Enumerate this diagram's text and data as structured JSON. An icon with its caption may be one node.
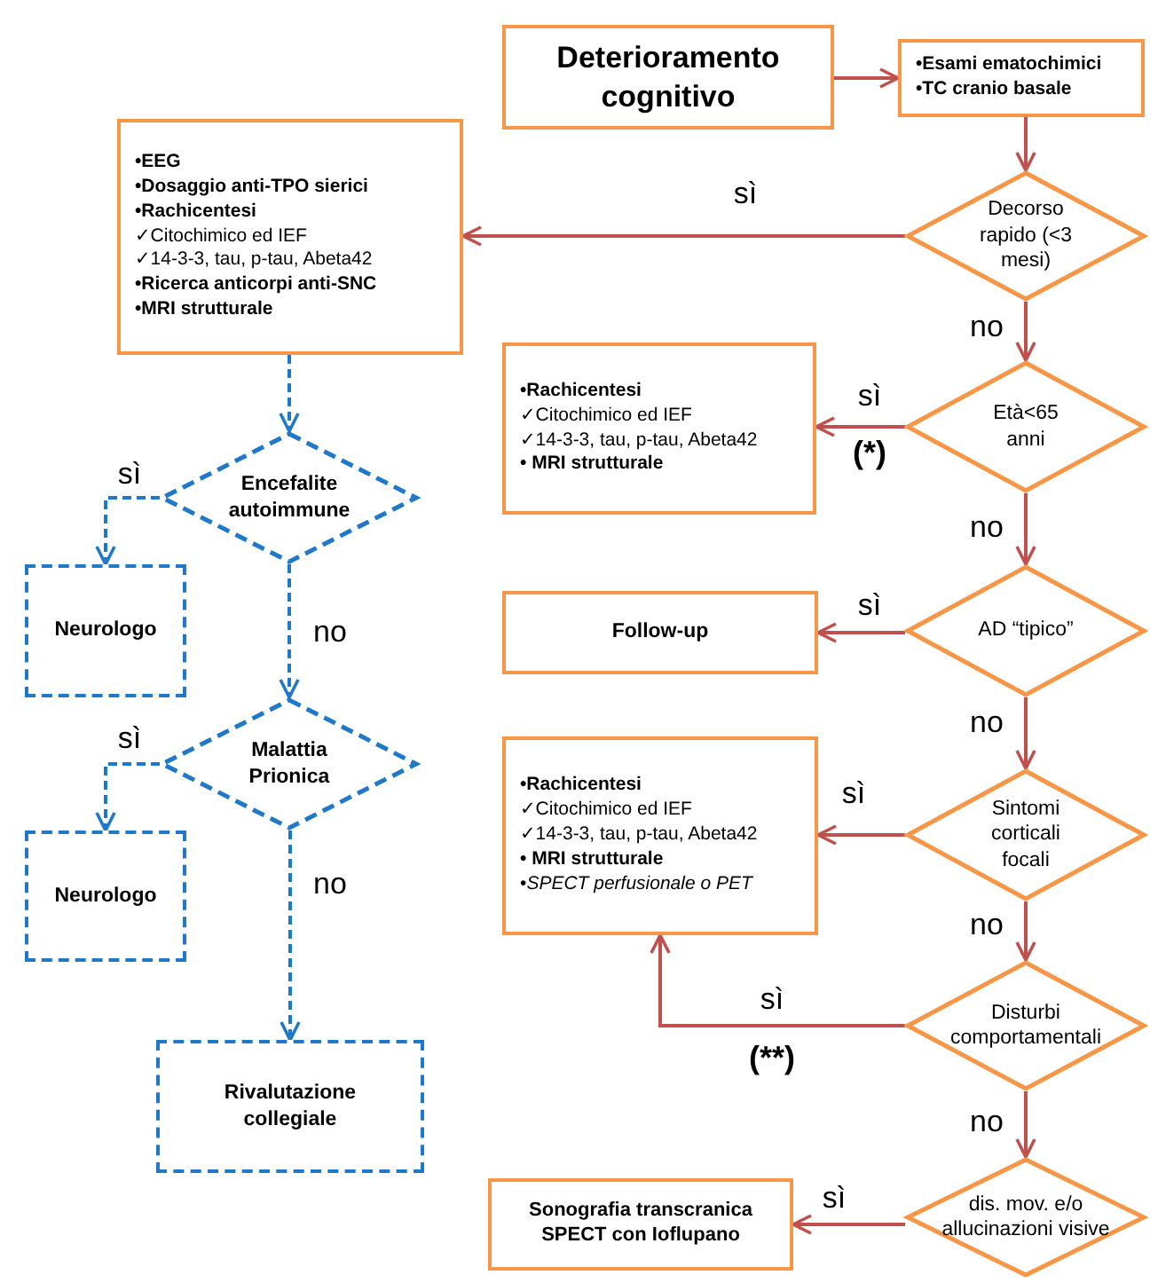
{
  "diagram": {
    "nodes": [
      {
        "text": [
          "Deterioramento cognitivo"
        ]
      },
      {
        "text": [
          "•Esami ematochimici",
          "•TC cranio basale"
        ]
      },
      {
        "text": [
          "**•EEG**",
          "**•Dosaggio anti-TPO sierici**",
          "**•Rachicentesi**",
          "✓Citochimico ed IEF",
          "✓14-3-3, tau, p-tau, Abeta42",
          "**•Ricerca anticorpi anti-SNC**",
          "**•MRI strutturale**"
        ]
      },
      {
        "text": [
          "Decorso rapido (<3 mesi)"
        ]
      },
      {
        "text": [
          "**•Rachicentesi**",
          "✓Citochimico ed IEF",
          "✓14-3-3, tau, p-tau, Abeta42",
          "**• MRI strutturale**"
        ]
      },
      {
        "text": [
          "Età<65 anni"
        ]
      },
      {
        "text": [
          "Encefalite autoimmune"
        ]
      },
      {
        "text": [
          "Neurologo"
        ]
      },
      {
        "text": [
          "Follow-up"
        ]
      },
      {
        "text": [
          "AD “tipico”"
        ]
      },
      {
        "text": [
          "Malattia Prionica"
        ]
      },
      {
        "text": [
          "Sintomi corticali focali"
        ]
      },
      {
        "text": [
          "**•Rachicentesi**",
          "✓Citochimico ed IEF",
          "✓14-3-3, tau, p-tau, Abeta42",
          "**• MRI strutturale**",
          "•*SPECT perfusionale o PET*"
        ]
      },
      {
        "text": [
          "Neurologo"
        ]
      },
      {
        "text": [
          "Disturbi comportamentali"
        ]
      },
      {
        "text": [
          "Rivalutazione collegiale"
        ]
      },
      {
        "text": [
          "dis. mov. e/o allucinazioni visive"
        ]
      },
      {
        "text": [
          "Sonografia transcranica SPECT con Ioflupano"
        ]
      }
    ],
    "edges": [
      {
        "from": 0,
        "to": 1,
        "arrow": "to"
      },
      {
        "from": 1,
        "to": 3,
        "arrow": "to"
      },
      {
        "from": 3,
        "to": 2,
        "arrow": "to",
        "label": "sì"
      },
      {
        "from": 3,
        "to": 5,
        "arrow": "to",
        "label": "no"
      },
      {
        "from": 5,
        "to": 4,
        "arrow": "to",
        "label": "sì"
      },
      {
        "from": 5,
        "to": 9,
        "arrow": "to",
        "label": "no"
      },
      {
        "from": 9,
        "to": 8,
        "arrow": "to",
        "label": "sì"
      },
      {
        "from": 9,
        "to": 11,
        "arrow": "to",
        "label": "no"
      },
      {
        "from": 11,
        "to": 12,
        "arrow": "to",
        "label": "sì"
      },
      {
        "from": 11,
        "to": 14,
        "arrow": "to",
        "label": "no"
      },
      {
        "from": 14,
        "to": 12,
        "arrow": "to",
        "label": "sì"
      },
      {
        "from": 14,
        "to": 16,
        "arrow": "to",
        "label": "no"
      },
      {
        "from": 16,
        "to": 17,
        "arrow": "to",
        "label": "sì"
      },
      {
        "from": 2,
        "to": 6,
        "arrow": "to",
        "style": "dashed",
        "color": "#1f78c8"
      },
      {
        "from": 6,
        "to": 7,
        "arrow": "to",
        "label": "sì",
        "style": "dashed",
        "color": "#1f78c8"
      },
      {
        "from": 6,
        "to": 10,
        "arrow": "to",
        "label": "no",
        "style": "dashed",
        "color": "#1f78c8"
      },
      {
        "from": 10,
        "to": 13,
        "arrow": "to",
        "label": "sì",
        "style": "dashed",
        "color": "#1f78c8"
      },
      {
        "from": 10,
        "to": 15,
        "arrow": "to",
        "label": "no",
        "style": "dashed",
        "color": "#1f78c8"
      }
    ],
    "labels": [
      "(*)",
      "(**)"
    ]
  }
}
